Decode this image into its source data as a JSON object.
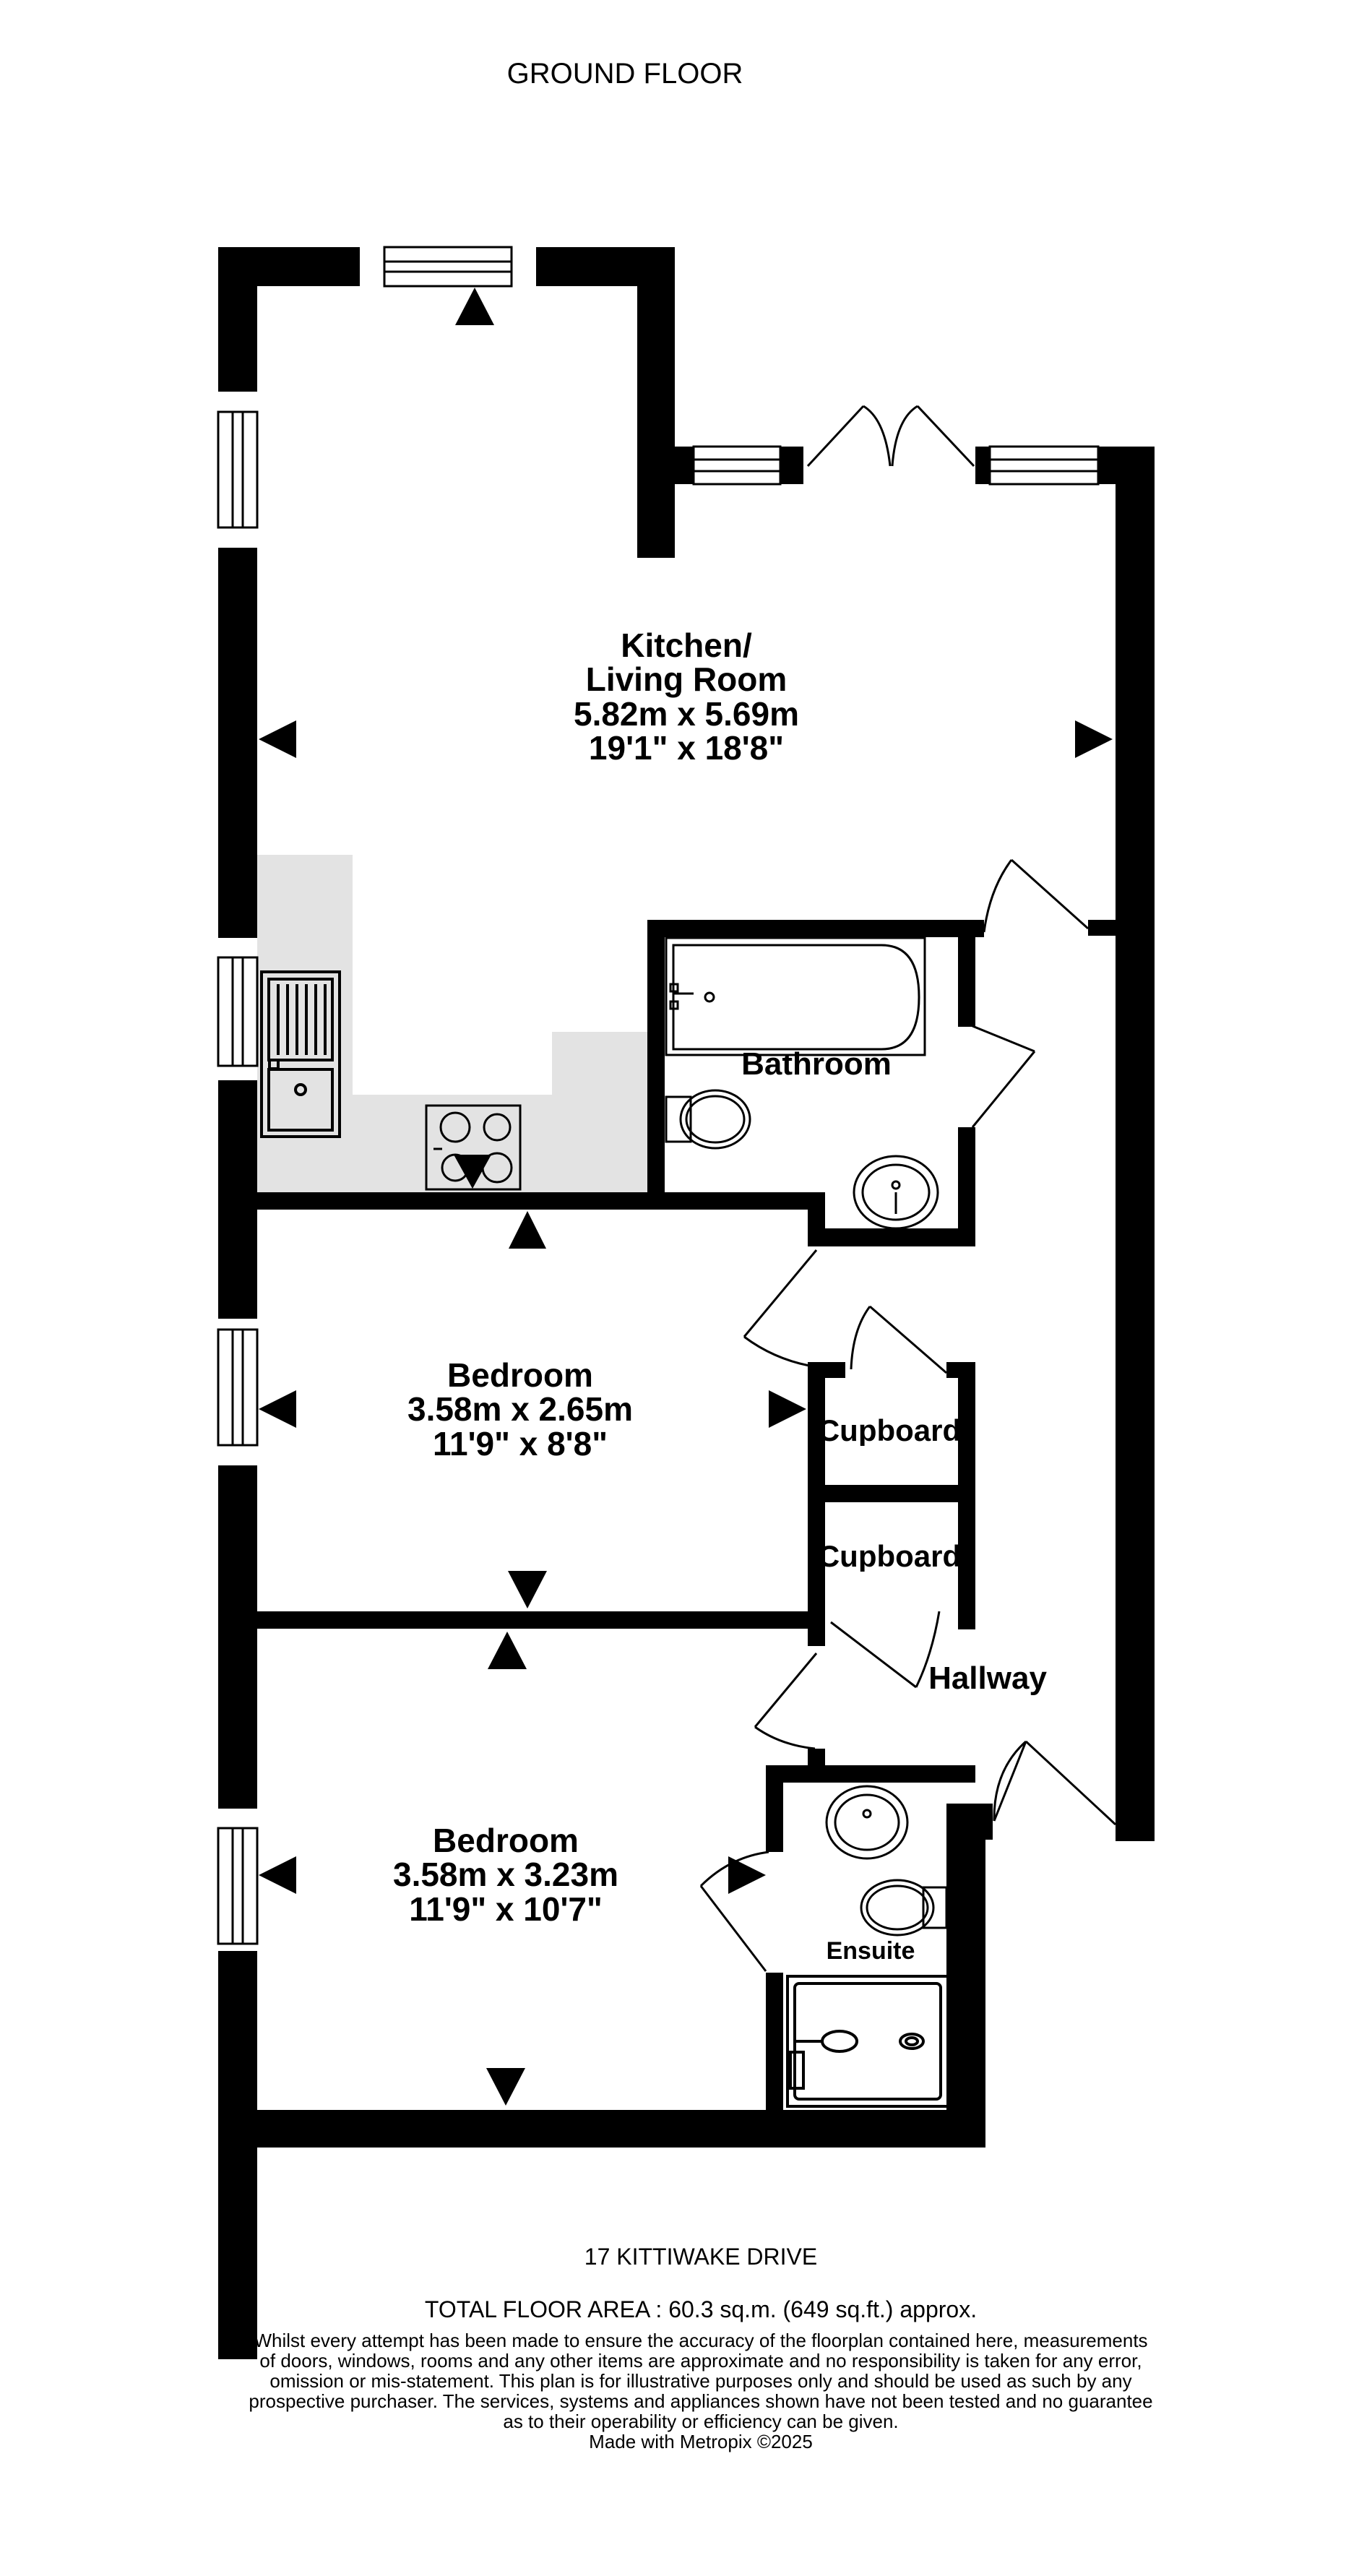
{
  "floor_title": "GROUND FLOOR",
  "rooms": {
    "kitchen": {
      "name_line1": "Kitchen/",
      "name_line2": "Living Room",
      "metric": "5.82m  x 5.69m",
      "imperial": "19'1\"  x 18'8\""
    },
    "bathroom": {
      "name": "Bathroom"
    },
    "bedroom1": {
      "name": "Bedroom",
      "metric": "3.58m  x 2.65m",
      "imperial": "11'9\"  x 8'8\""
    },
    "cupboard1": {
      "name": "Cupboard"
    },
    "cupboard2": {
      "name": "Cupboard"
    },
    "hallway": {
      "name": "Hallway"
    },
    "bedroom2": {
      "name": "Bedroom",
      "metric": "3.58m  x 3.23m",
      "imperial": "11'9\"  x 10'7\""
    },
    "ensuite": {
      "name": "Ensuite"
    }
  },
  "footer": {
    "address": "17 KITTIWAKE DRIVE",
    "total_area": "TOTAL FLOOR AREA : 60.3 sq.m. (649 sq.ft.) approx.",
    "disclaimer_lines": [
      "Whilst every attempt has been made to ensure the accuracy of the floorplan contained here, measurements",
      "of doors, windows, rooms and any other items are approximate and no responsibility is taken for any error,",
      "omission or mis-statement. This plan is for illustrative purposes only and should be used as such by any",
      "prospective purchaser. The services, systems and appliances shown have not been tested and no guarantee",
      "as to their operability or efficiency can be given."
    ],
    "credit": "Made with Metropix ©2025"
  },
  "colors": {
    "wall": "#000000",
    "counter": "#e3e3e3",
    "background": "#ffffff"
  }
}
